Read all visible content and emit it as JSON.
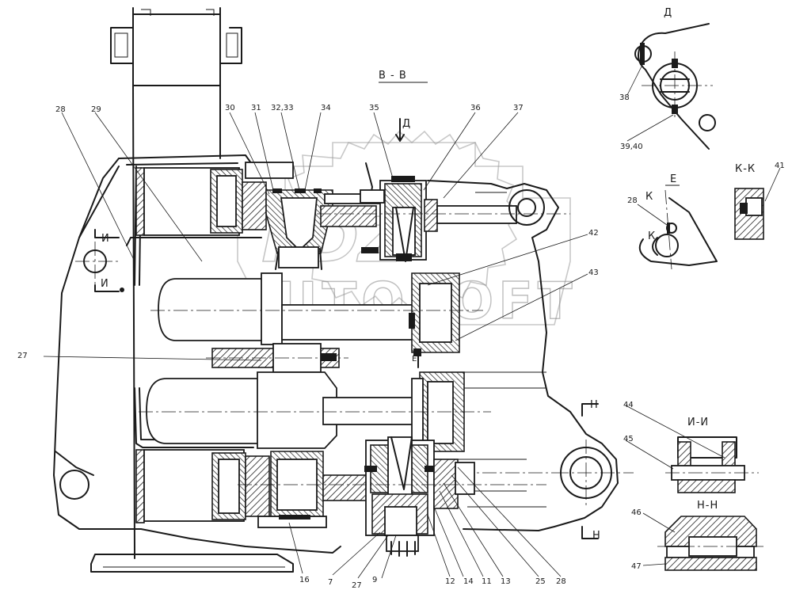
{
  "sections": {
    "bb": "В - В",
    "d_arrow": "Д",
    "d_detail": "Д",
    "kk": "К-К",
    "ii": "И-И",
    "nn": "Н-Н",
    "i_left_top": "И",
    "i_left_bottom": "И",
    "e_mark_top": "Е",
    "e_mark_bottom": "Е",
    "k_mark_top": "К",
    "k_mark_bottom": "К",
    "n_mark_top": "Н",
    "n_mark_bottom": "Н"
  },
  "callouts": {
    "n28": "28",
    "n29": "29",
    "n30": "30",
    "n31": "31",
    "n32_33": "32,33",
    "n34": "34",
    "n35": "35",
    "n36": "36",
    "n37": "37",
    "n38": "38",
    "n39_40": "39,40",
    "n41": "41",
    "n42": "42",
    "n43": "43",
    "n27": "27",
    "n28_detail": "28",
    "n44": "44",
    "n45": "45",
    "n46": "46",
    "n47": "47",
    "b16": "16",
    "b7": "7",
    "b27": "27",
    "b9": "9",
    "b12": "12",
    "b14": "14",
    "b11": "11",
    "b13": "13",
    "b25": "25",
    "b28": "28"
  },
  "watermark": {
    "text": "AUTOSOFT",
    "logo": "PDZ"
  }
}
